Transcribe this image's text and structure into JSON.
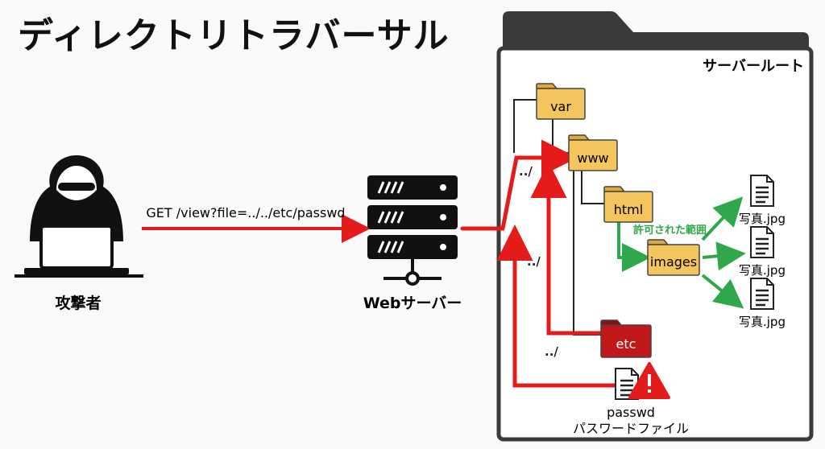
{
  "title": "ディレクトリトラバーサル",
  "attacker": {
    "label": "攻撃者"
  },
  "request": {
    "text": "GET /view?file=../../etc/passwd"
  },
  "server": {
    "label": "Webサーバー"
  },
  "root": {
    "label": "サーバールート",
    "folders": {
      "var": "var",
      "www": "www",
      "html": "html",
      "images": "images",
      "etc": "etc"
    },
    "allowed_label": "許可された範囲",
    "images_files": [
      "写真.jpg",
      "写真.jpg",
      "写真.jpg"
    ],
    "dotdot": [
      "../",
      "../",
      "../"
    ],
    "passwd": {
      "name": "passwd",
      "desc": "パスワードファイル"
    }
  },
  "colors": {
    "attack_red": "#e31b1b",
    "allowed_green": "#2ea84a",
    "folder_yellow": "#f4c55c",
    "folder_red": "#c01818",
    "frame_dark": "#3a3a3a"
  },
  "icons": [
    "hacker-icon",
    "server-icon",
    "folder-icon",
    "file-icon",
    "warning-icon"
  ]
}
